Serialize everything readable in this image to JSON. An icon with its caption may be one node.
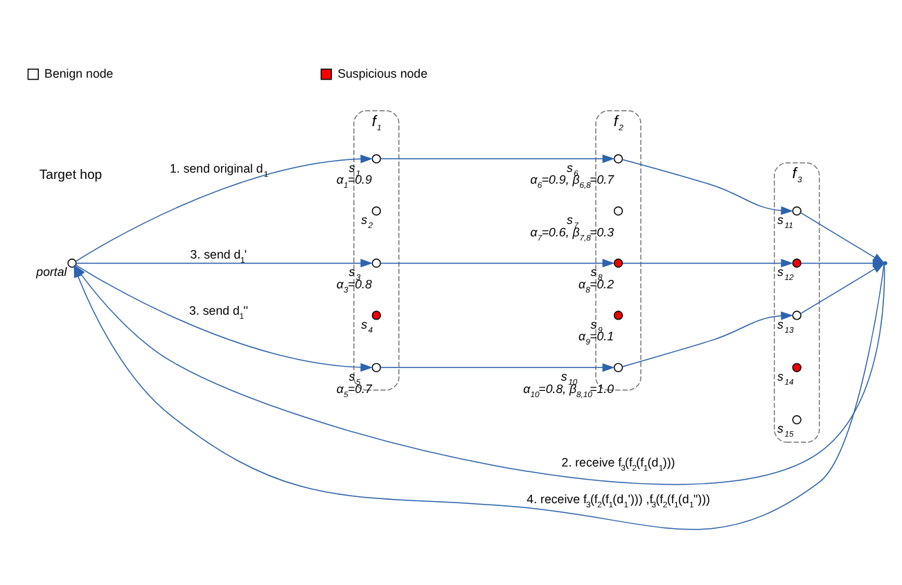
{
  "diagram": {
    "nodes": [
      {
        "text": [],
        "shape": "circle",
        "beside": [
          "portal"
        ]
      },
      {
        "text": [
          "f$_{1}$"
        ]
      },
      {
        "text": [],
        "shape": "circle",
        "beside": [
          "s$_{1}$",
          "α$_{1}$=0.9"
        ],
        "in": 1
      },
      {
        "text": [],
        "shape": "circle",
        "beside": [
          "s$_{2}$"
        ],
        "in": 1
      },
      {
        "text": [],
        "shape": "circle",
        "beside": [
          "s$_{3}$",
          "α$_{3}$=0.8"
        ],
        "in": 1
      },
      {
        "text": [],
        "shape": "circle",
        "beside": [
          "s$_{4}$"
        ],
        "in": 1
      },
      {
        "text": [],
        "shape": "circle",
        "beside": [
          "s$_{5}$",
          "α$_{5}$=0.7"
        ],
        "in": 1
      },
      {
        "text": [
          "f$_{2}$"
        ]
      },
      {
        "text": [],
        "shape": "circle",
        "beside": [
          "s$_{6}$",
          "α$_{6}$=0.9, β$_{6,8}$=0.7"
        ],
        "in": 7
      },
      {
        "text": [],
        "shape": "circle",
        "beside": [
          "s$_{7}$",
          "α$_{7}$=0.6, β$_{7,8}$=0.3"
        ],
        "in": 7
      },
      {
        "text": [],
        "shape": "circle",
        "beside": [
          "s$_{8}$",
          "α$_{8}$=0.2"
        ],
        "in": 7
      },
      {
        "text": [],
        "shape": "circle",
        "beside": [
          "s$_{9}$",
          "α$_{9}$=0.1"
        ],
        "in": 7
      },
      {
        "text": [],
        "shape": "circle",
        "beside": [
          "s$_{10}$",
          "α$_{10}$=0.8, β$_{8,10}$=1.0"
        ],
        "in": 7
      },
      {
        "text": [
          "f$_{3}$"
        ]
      },
      {
        "text": [],
        "shape": "circle",
        "beside": [
          "s$_{11}$"
        ],
        "in": 13
      },
      {
        "text": [],
        "shape": "circle",
        "beside": [
          "s$_{12}$"
        ],
        "in": 13
      },
      {
        "text": [],
        "shape": "circle",
        "beside": [
          "s$_{13}$"
        ],
        "in": 13
      },
      {
        "text": [],
        "shape": "circle",
        "beside": [
          "s$_{14}$"
        ],
        "in": 13
      },
      {
        "text": [],
        "shape": "circle",
        "beside": [
          "s$_{15}$"
        ],
        "in": 13
      },
      {
        "text": [],
        "shape": "point"
      }
    ],
    "edges": [
      {
        "from": 0,
        "to": 2,
        "arrow": "to",
        "label": "1. send original d$_{1}$"
      },
      {
        "from": 0,
        "to": 4,
        "arrow": "to",
        "label": "3. send d$_{1}$'"
      },
      {
        "from": 0,
        "to": 6,
        "arrow": "to",
        "label": "3. send d$_{1}$''"
      },
      {
        "from": 2,
        "to": 8,
        "arrow": "to"
      },
      {
        "from": 4,
        "to": 10,
        "arrow": "to"
      },
      {
        "from": 6,
        "to": 12,
        "arrow": "to"
      },
      {
        "from": 8,
        "to": 14,
        "arrow": "to"
      },
      {
        "from": 10,
        "to": 15,
        "arrow": "to"
      },
      {
        "from": 12,
        "to": 16,
        "arrow": "to"
      },
      {
        "from": 14,
        "to": 19,
        "arrow": "to"
      },
      {
        "from": 15,
        "to": 19,
        "arrow": "to"
      },
      {
        "from": 16,
        "to": 19,
        "arrow": "to"
      },
      {
        "from": 19,
        "to": 0,
        "arrow": "to",
        "label": "2. receive f$_{3}$(f$_{2}$(f$_{1}$(d$_{1}$)))"
      },
      {
        "from": 19,
        "to": 0,
        "arrow": "to",
        "label": "4. receive f$_{3}$(f$_{2}$(f$_{1}$(d$_{1}$'))) ,f$_{3}$(f$_{2}$(f$_{1}$(d$_{1}$\")))"
      }
    ],
    "labels": [
      "Target hop"
    ],
    "legend": [
      {
        "text": "Benign node",
        "color": "#ffffff"
      },
      {
        "text": "Suspicious node",
        "color": "#ff0000"
      }
    ]
  }
}
